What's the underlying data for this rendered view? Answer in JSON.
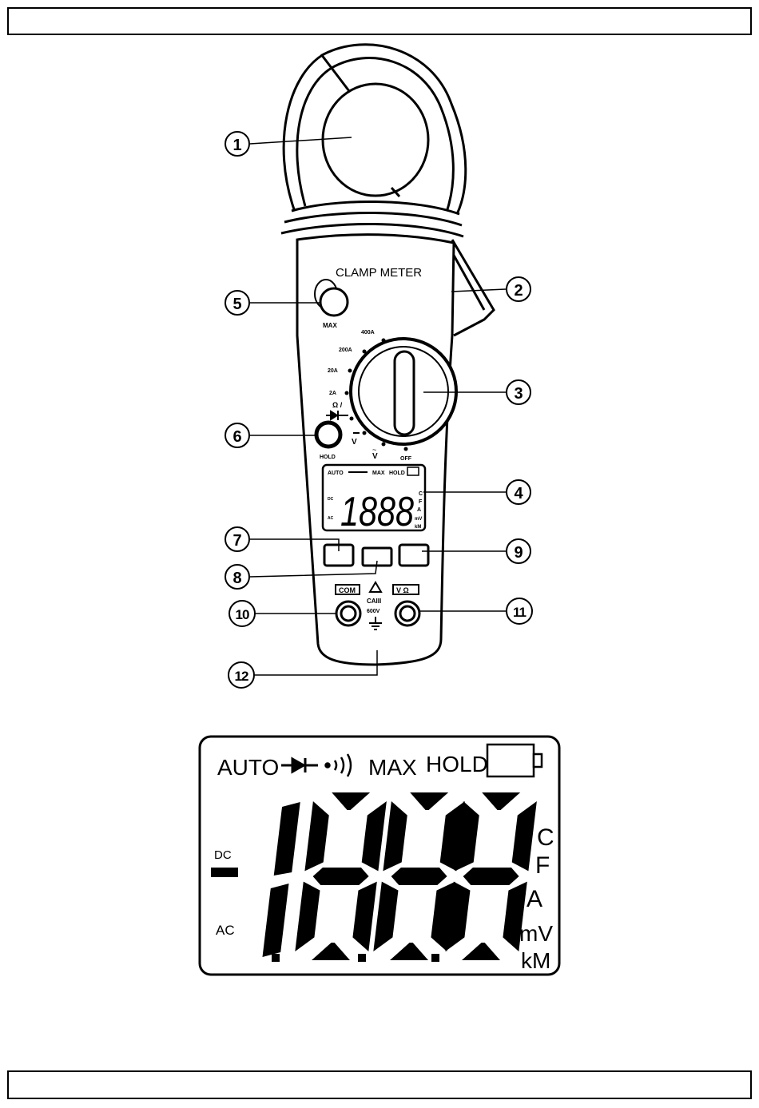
{
  "meter": {
    "title": "CLAMP METER",
    "max_label": "MAX",
    "hold_label": "HOLD",
    "range_400a": "400A",
    "range_200a": "200A",
    "range_20a": "20A",
    "range_2a": "2A",
    "range_ohm": "Ω /",
    "range_vdc": "V",
    "range_vac": "V",
    "range_off": "OFF",
    "com_label": "COM",
    "vohm_label": "V Ω",
    "cat_rating": "CAIII",
    "voltage_rating": "600V",
    "small_lcd": {
      "auto": "AUTO",
      "max": "MAX",
      "hold": "HOLD",
      "digits": "1888",
      "dc": "DC",
      "ac": "AC",
      "unit_c": "C",
      "unit_f": "F",
      "unit_a": "A",
      "unit_mv": "mV",
      "unit_km": "kM"
    }
  },
  "callouts": [
    "1",
    "2",
    "3",
    "4",
    "5",
    "6",
    "7",
    "8",
    "9",
    "10",
    "11",
    "12"
  ],
  "lcd": {
    "auto": "AUTO",
    "max": "MAX",
    "hold": "HOLD",
    "dc": "DC",
    "ac": "AC",
    "unit_c": "C",
    "unit_f": "F",
    "unit_a": "A",
    "unit_mv": "mV",
    "unit_km": "kM",
    "degree": "°"
  }
}
